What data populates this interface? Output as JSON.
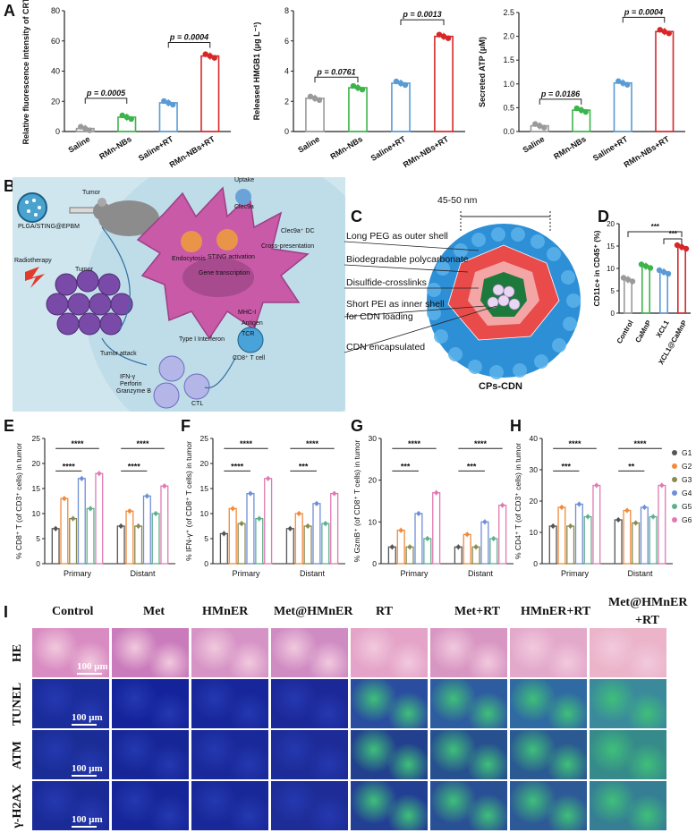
{
  "colors": {
    "saline": "#9a9a9a",
    "rmn": "#3cb44b",
    "saline_rt": "#5b9bd5",
    "rmn_rt": "#d62728",
    "g1": "#555555",
    "g2": "#f08a3c",
    "g3": "#8a8a50",
    "g4": "#6f8fd6",
    "g5": "#5fb08a",
    "g6": "#e07ab4"
  },
  "panels": {
    "A": "A",
    "B": "B",
    "C": "C",
    "D": "D",
    "E": "E",
    "F": "F",
    "G": "G",
    "H": "H",
    "I": "I"
  },
  "chart_data": [
    {
      "id": "A1",
      "type": "bar",
      "categories": [
        "Saline",
        "RMn-NBs",
        "Saline+RT",
        "RMn-NBs+RT"
      ],
      "values": [
        2,
        9.5,
        19,
        50
      ],
      "ylabel": "Relative fluorescence intensity of CRT",
      "ylim": [
        0,
        80
      ],
      "yticks": [
        "0",
        "20",
        "40",
        "60",
        "80"
      ],
      "annotations": [
        "p = 0.0005",
        "p = 0.0004"
      ]
    },
    {
      "id": "A2",
      "type": "bar",
      "categories": [
        "Saline",
        "RMn-NBs",
        "Saline+RT",
        "RMn-NBs+RT"
      ],
      "values": [
        2.2,
        2.9,
        3.2,
        6.3
      ],
      "ylabel": "Released HMGB1 (μg L⁻¹)",
      "ylim": [
        0,
        8
      ],
      "yticks": [
        "0",
        "2",
        "4",
        "6",
        "8"
      ],
      "annotations": [
        "p = 0.0761",
        "p = 0.0013"
      ]
    },
    {
      "id": "A3",
      "type": "bar",
      "categories": [
        "Saline",
        "RMn-NBs",
        "Saline+RT",
        "RMn-NBs+RT"
      ],
      "values": [
        0.12,
        0.45,
        1.02,
        2.1
      ],
      "ylabel": "Secreted ATP (μM)",
      "ylim": [
        0,
        2.5
      ],
      "yticks": [
        "0.0",
        "0.5",
        "1.0",
        "1.5",
        "2.0",
        "2.5"
      ],
      "annotations": [
        "p = 0.0186",
        "p = 0.0004"
      ]
    },
    {
      "id": "D",
      "type": "bar",
      "categories": [
        "Control",
        "CaMnP",
        "XCL1",
        "XCL1@CaMnP"
      ],
      "values": [
        7.5,
        10.5,
        9.2,
        14.8
      ],
      "ylabel": "CD11c+ in CD45⁺ (%)",
      "ylim": [
        0,
        20
      ],
      "yticks": [
        "0",
        "5",
        "10",
        "15",
        "20"
      ],
      "annotations": [
        "***",
        "***"
      ]
    },
    {
      "id": "E",
      "type": "bar",
      "categories": [
        "Primary",
        "Distant"
      ],
      "series_labels": [
        "G1",
        "G2",
        "G3",
        "G4",
        "G5",
        "G6"
      ],
      "values": [
        [
          7,
          13,
          9,
          17,
          11,
          18
        ],
        [
          7.5,
          10.5,
          7.5,
          13.5,
          10,
          15.5
        ]
      ],
      "ylabel": "% CD8⁺ T (of CD3⁺ cells) in tumor",
      "ylim": [
        0,
        25
      ],
      "yticks": [
        "0",
        "5",
        "10",
        "15",
        "20",
        "25"
      ],
      "annotations": [
        "****",
        "****",
        "****",
        "****"
      ]
    },
    {
      "id": "F",
      "type": "bar",
      "categories": [
        "Primary",
        "Distant"
      ],
      "series_labels": [
        "G1",
        "G2",
        "G3",
        "G4",
        "G5",
        "G6"
      ],
      "values": [
        [
          6,
          11,
          8,
          14,
          9,
          17
        ],
        [
          7,
          10,
          7.5,
          12,
          8,
          14
        ]
      ],
      "ylabel": "% IFN-γ⁺ (of CD8⁺ T cells) in tumor",
      "ylim": [
        0,
        25
      ],
      "yticks": [
        "0",
        "5",
        "10",
        "15",
        "20",
        "25"
      ],
      "annotations": [
        "****",
        "****",
        "****",
        "***"
      ]
    },
    {
      "id": "G",
      "type": "bar",
      "categories": [
        "Primary",
        "Distant"
      ],
      "series_labels": [
        "G1",
        "G2",
        "G3",
        "G4",
        "G5",
        "G6"
      ],
      "values": [
        [
          4,
          8,
          4,
          12,
          6,
          17
        ],
        [
          4,
          7,
          4,
          10,
          6,
          14
        ]
      ],
      "ylabel": "% GzmB⁺ (of CD8⁺ T cells) in tumor",
      "ylim": [
        0,
        30
      ],
      "yticks": [
        "0",
        "10",
        "20",
        "30"
      ],
      "annotations": [
        "****",
        "***",
        "****",
        "***"
      ]
    },
    {
      "id": "H",
      "type": "bar",
      "categories": [
        "Primary",
        "Distant"
      ],
      "series_labels": [
        "G1",
        "G2",
        "G3",
        "G4",
        "G5",
        "G6"
      ],
      "values": [
        [
          12,
          18,
          12,
          19,
          15,
          25
        ],
        [
          14,
          17,
          13,
          18,
          15,
          25
        ]
      ],
      "ylabel": "% CD4⁺ T (of CD3⁺ cells) in tumor",
      "ylim": [
        0,
        40
      ],
      "yticks": [
        "0",
        "10",
        "20",
        "30",
        "40"
      ],
      "annotations": [
        "****",
        "***",
        "****",
        "**"
      ]
    }
  ],
  "legend_H": [
    "G1",
    "G2",
    "G3",
    "G4",
    "G5",
    "G6"
  ],
  "panelB": {
    "labels": [
      "PLGA/STING@EPBM",
      "Tumor",
      "Uptake",
      "Clec9a",
      "Clec9a⁺ DC",
      "Endocytosis",
      "STING activation",
      "Cross-presentation",
      "Gene transcription",
      "MHC-I",
      "Antigen",
      "TCR",
      "Type I Interferon",
      "CD8⁺ T cell",
      "CTL",
      "IFN-γ",
      "Perforin",
      "Granzyme B",
      "Tumor attack",
      "Radiotherapy",
      "Tumor"
    ]
  },
  "panelC": {
    "size": "45-50 nm",
    "title": "CPs-CDN",
    "labels": [
      "Long PEG as outer shell",
      "Biodegradable polycarbonate",
      "Disulfide-crosslinks",
      "Short PEI as inner shell",
      "for CDN loading",
      "CDN encapsulated"
    ]
  },
  "panelI": {
    "columns": [
      "Control",
      "Met",
      "HMnER",
      "Met@HMnER",
      "RT",
      "Met+RT",
      "HMnER+RT",
      "Met@HMnER",
      "+RT"
    ],
    "rows": [
      "HE",
      "TUNEL",
      "ATM",
      "γ-H2AX"
    ],
    "scalebar": "100 μm"
  }
}
